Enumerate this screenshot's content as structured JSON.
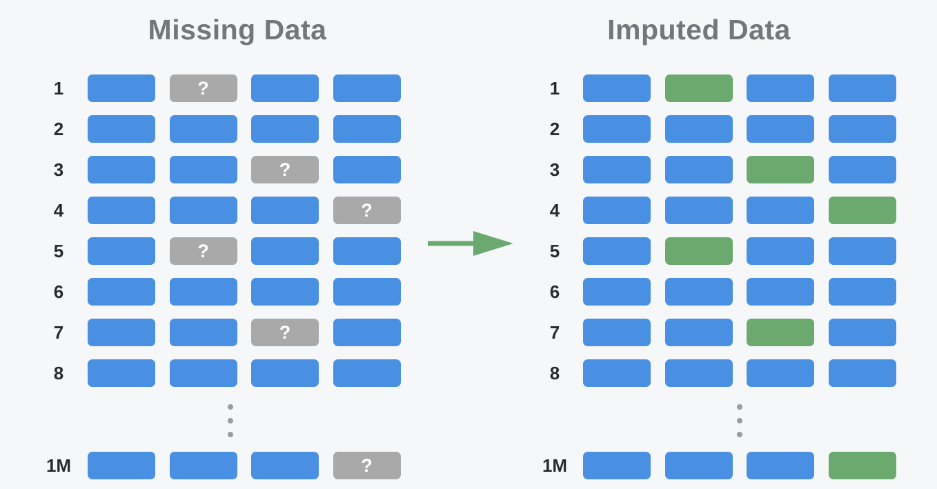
{
  "colors": {
    "bg": "#f6f7f9",
    "blue": "#4a90e2",
    "missing": "#a9a9a9",
    "imputed": "#6ca96e",
    "arrow": "#6ca96e",
    "title": "#75767a",
    "label": "#2b2b2d",
    "dots": "#9c9c9e",
    "marker": "#ffffff"
  },
  "arrow": {
    "icon": "right-arrow",
    "meaning": "imputation transform"
  },
  "missing_marker": "?",
  "ellipsis_dot_count": 3,
  "panels": [
    {
      "id": "missing-data",
      "title": "Missing Data",
      "rows": [
        {
          "label": "1",
          "cells": [
            "blue",
            "missing",
            "blue",
            "blue"
          ]
        },
        {
          "label": "2",
          "cells": [
            "blue",
            "blue",
            "blue",
            "blue"
          ]
        },
        {
          "label": "3",
          "cells": [
            "blue",
            "blue",
            "missing",
            "blue"
          ]
        },
        {
          "label": "4",
          "cells": [
            "blue",
            "blue",
            "blue",
            "missing"
          ]
        },
        {
          "label": "5",
          "cells": [
            "blue",
            "missing",
            "blue",
            "blue"
          ]
        },
        {
          "label": "6",
          "cells": [
            "blue",
            "blue",
            "blue",
            "blue"
          ]
        },
        {
          "label": "7",
          "cells": [
            "blue",
            "blue",
            "missing",
            "blue"
          ]
        },
        {
          "label": "8",
          "cells": [
            "blue",
            "blue",
            "blue",
            "blue"
          ]
        }
      ],
      "final_row": {
        "label": "1M",
        "cells": [
          "blue",
          "blue",
          "blue",
          "missing"
        ]
      }
    },
    {
      "id": "imputed-data",
      "title": "Imputed Data",
      "rows": [
        {
          "label": "1",
          "cells": [
            "blue",
            "imputed",
            "blue",
            "blue"
          ]
        },
        {
          "label": "2",
          "cells": [
            "blue",
            "blue",
            "blue",
            "blue"
          ]
        },
        {
          "label": "3",
          "cells": [
            "blue",
            "blue",
            "imputed",
            "blue"
          ]
        },
        {
          "label": "4",
          "cells": [
            "blue",
            "blue",
            "blue",
            "imputed"
          ]
        },
        {
          "label": "5",
          "cells": [
            "blue",
            "imputed",
            "blue",
            "blue"
          ]
        },
        {
          "label": "6",
          "cells": [
            "blue",
            "blue",
            "blue",
            "blue"
          ]
        },
        {
          "label": "7",
          "cells": [
            "blue",
            "blue",
            "imputed",
            "blue"
          ]
        },
        {
          "label": "8",
          "cells": [
            "blue",
            "blue",
            "blue",
            "blue"
          ]
        }
      ],
      "final_row": {
        "label": "1M",
        "cells": [
          "blue",
          "blue",
          "blue",
          "imputed"
        ]
      }
    }
  ]
}
